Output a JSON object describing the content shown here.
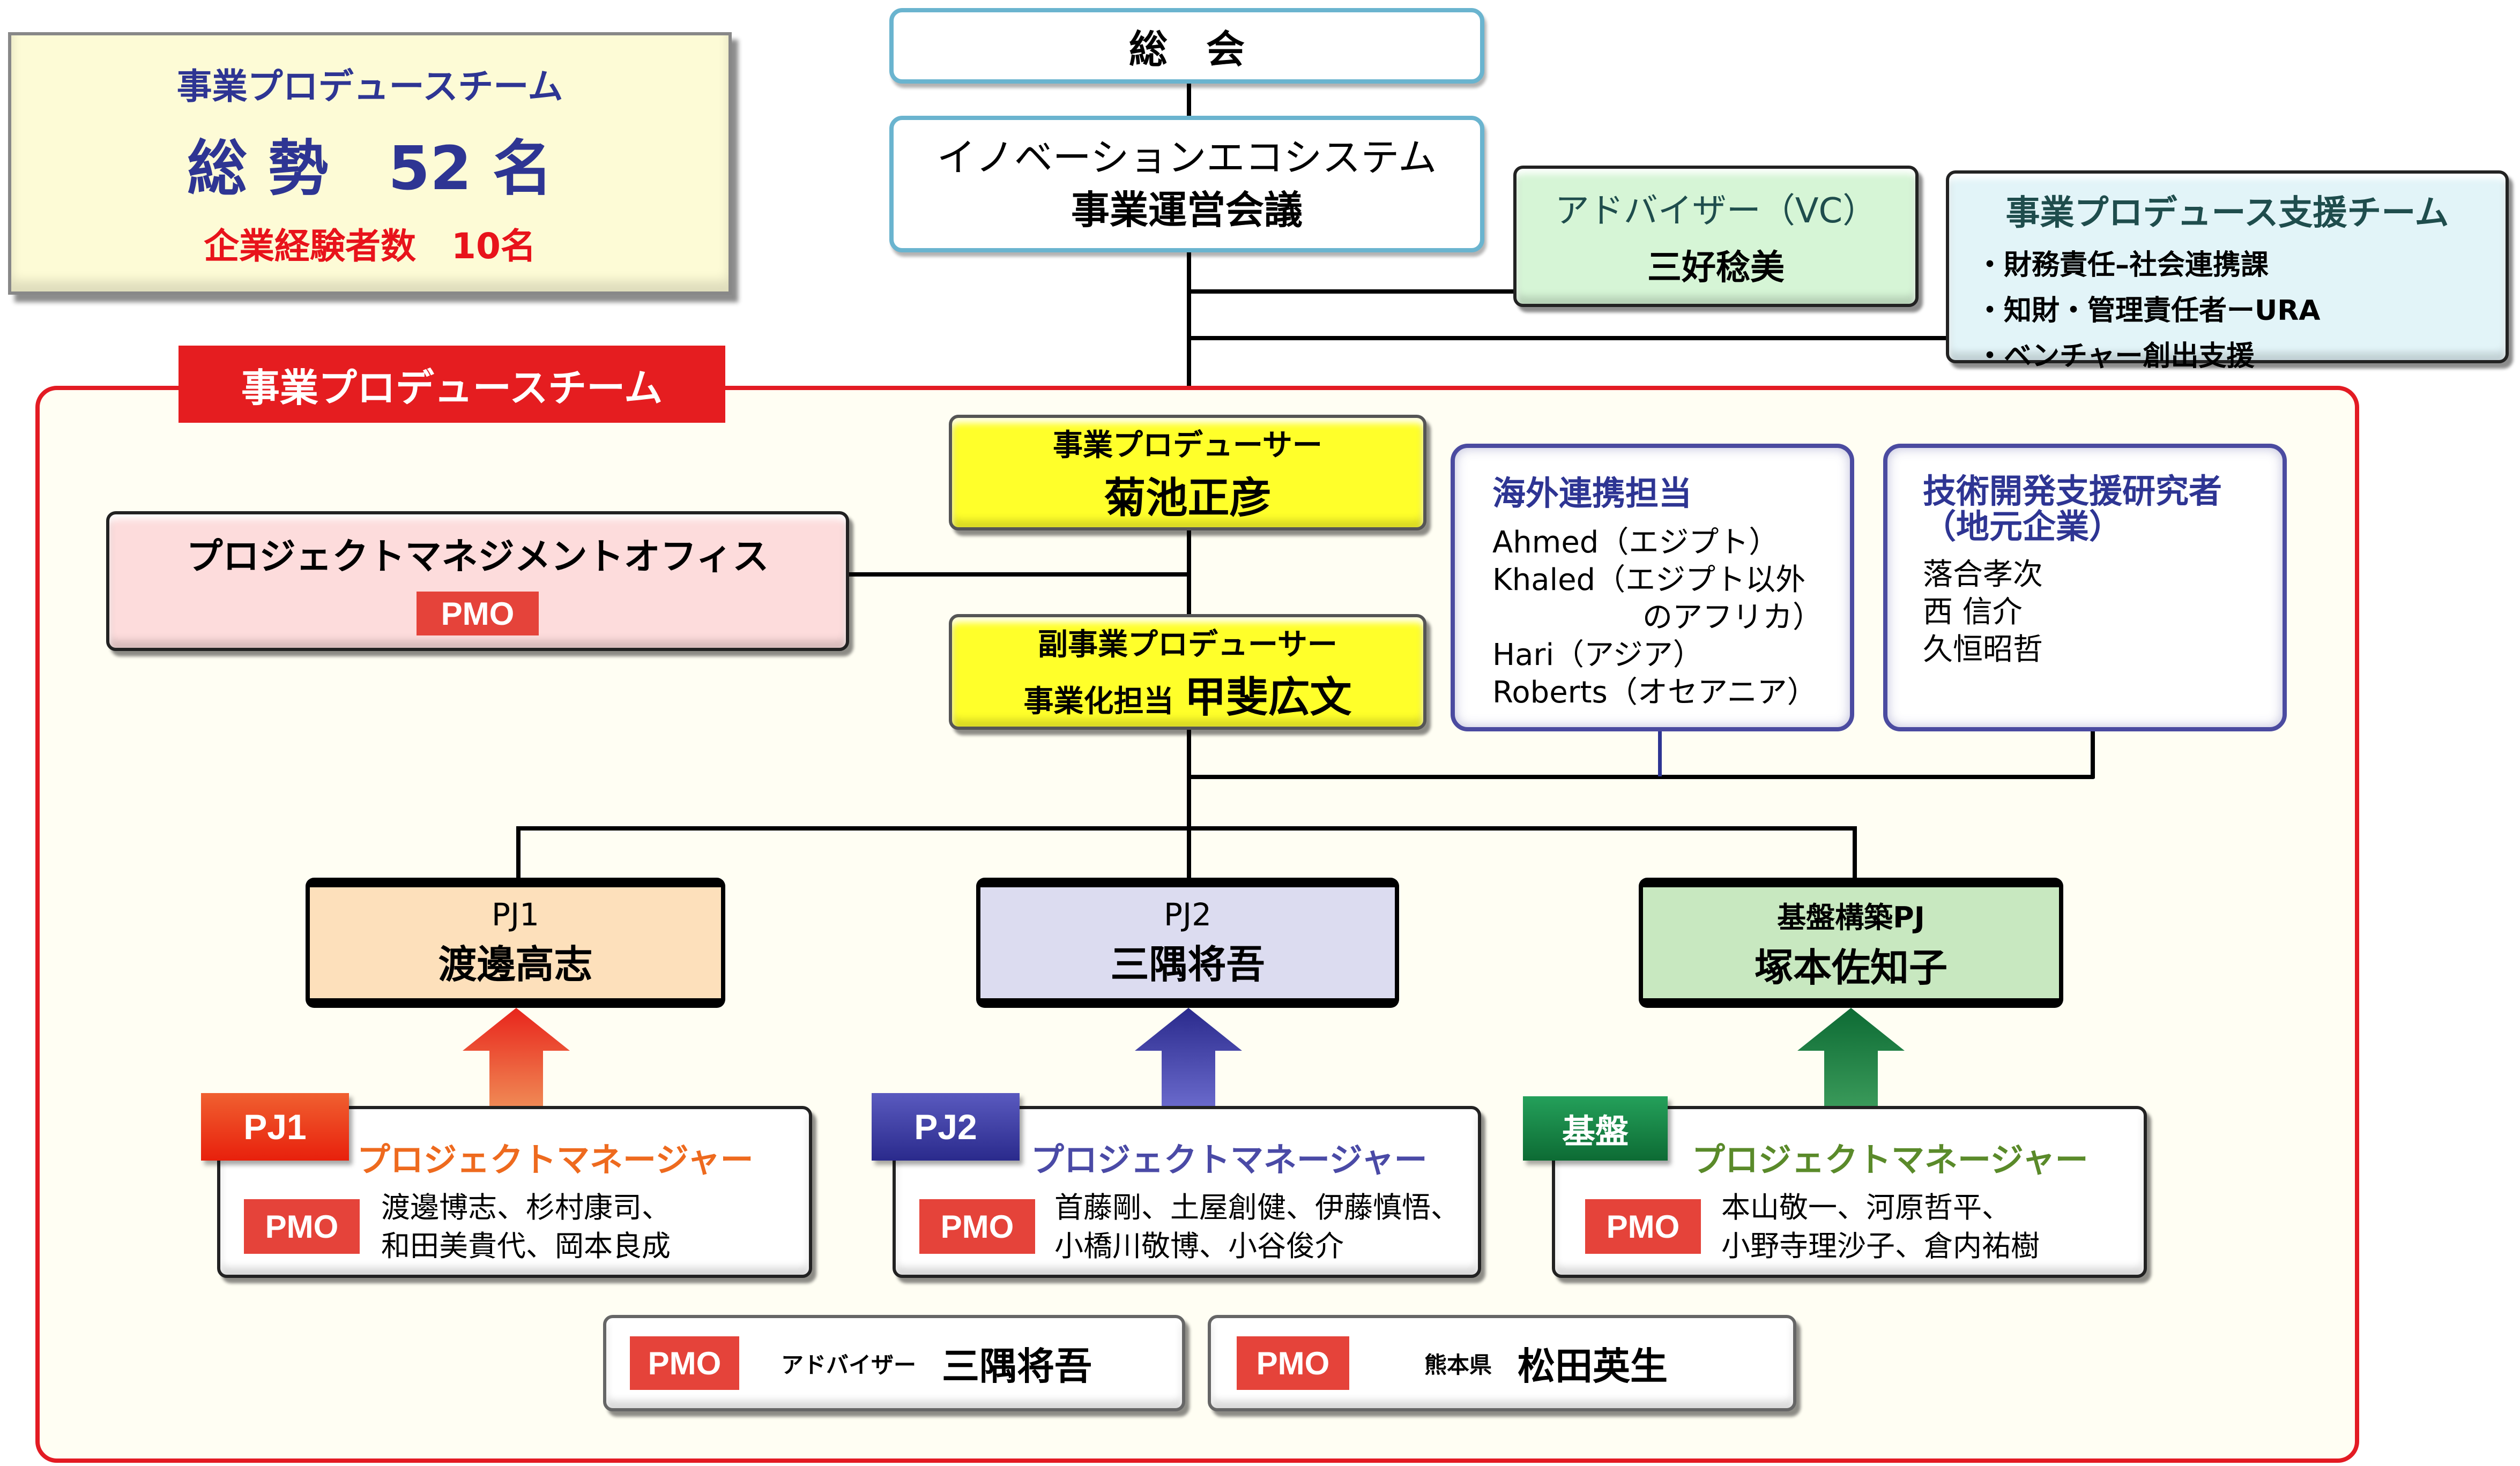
{
  "summary": {
    "team": "事業プロデュースチーム",
    "total": "総 勢　52 名",
    "experience": "企業経験者数　10名"
  },
  "general_meeting": "総　会",
  "steering": {
    "line1": "イノベーションエコシステム",
    "line2": "事業運営会議"
  },
  "advisor_vc": {
    "title": "アドバイザー（VC）",
    "name": "三好稔美"
  },
  "support_team": {
    "title": "事業プロデュース支援チーム",
    "items": [
      "・財務責任–社会連携課",
      "・知財・管理責任者ーURA",
      "・ベンチャー創出支援"
    ]
  },
  "team_frame_label": "事業プロデュースチーム",
  "producer": {
    "role": "事業プロデューサー",
    "name": "菊池正彦"
  },
  "vice_producer": {
    "role": "副事業プロデューサー",
    "sub": "事業化担当",
    "name": "甲斐広文"
  },
  "pmo_office": {
    "title": "プロジェクトマネジメントオフィス",
    "badge": "PMO"
  },
  "overseas": {
    "title": "海外連携担当",
    "members": [
      "Ahmed（エジプト）",
      "Khaled（エジプト以外",
      "のアフリカ）",
      "Hari（アジア）",
      "Roberts（オセアニア）"
    ]
  },
  "tech_support": {
    "title_line1": "技術開発支援研究者",
    "title_line2": "（地元企業）",
    "members": [
      "落合孝次",
      "西 信介",
      "久恒昭哲"
    ]
  },
  "projects": [
    {
      "label": "PJ1",
      "leader": "渡邊高志",
      "color": "#fde0bb",
      "accent": "#e8521c"
    },
    {
      "label": "PJ2",
      "leader": "三隅将吾",
      "color": "#dcdcf0",
      "accent": "#3a3a9c"
    },
    {
      "label": "基盤構築PJ",
      "leader": "塚本佐知子",
      "color": "#c8e8c0",
      "accent": "#1d8445"
    }
  ],
  "managers": [
    {
      "tag": "PJ1",
      "title": "プロジェクトマネージャー",
      "badge": "PMO",
      "line1": "渡邊博志、杉村康司、",
      "line2": "和田美貴代、岡本良成",
      "title_color": "#ee6a1e"
    },
    {
      "tag": "PJ2",
      "title": "プロジェクトマネージャー",
      "badge": "PMO",
      "line1": "首藤剛、土屋創健、伊藤慎悟、",
      "line2": "小橋川敬博、小谷俊介",
      "title_color": "#4a4aa6"
    },
    {
      "tag": "基盤",
      "title": "プロジェクトマネージャー",
      "badge": "PMO",
      "line1": "本山敬一、河原哲平、",
      "line2": "小野寺理沙子、倉内祐樹",
      "title_color": "#5a8a2a"
    }
  ],
  "bottom": [
    {
      "badge": "PMO",
      "role": "アドバイザー",
      "name": "三隅将吾"
    },
    {
      "badge": "PMO",
      "role": "熊本県",
      "name": "松田英生"
    }
  ]
}
